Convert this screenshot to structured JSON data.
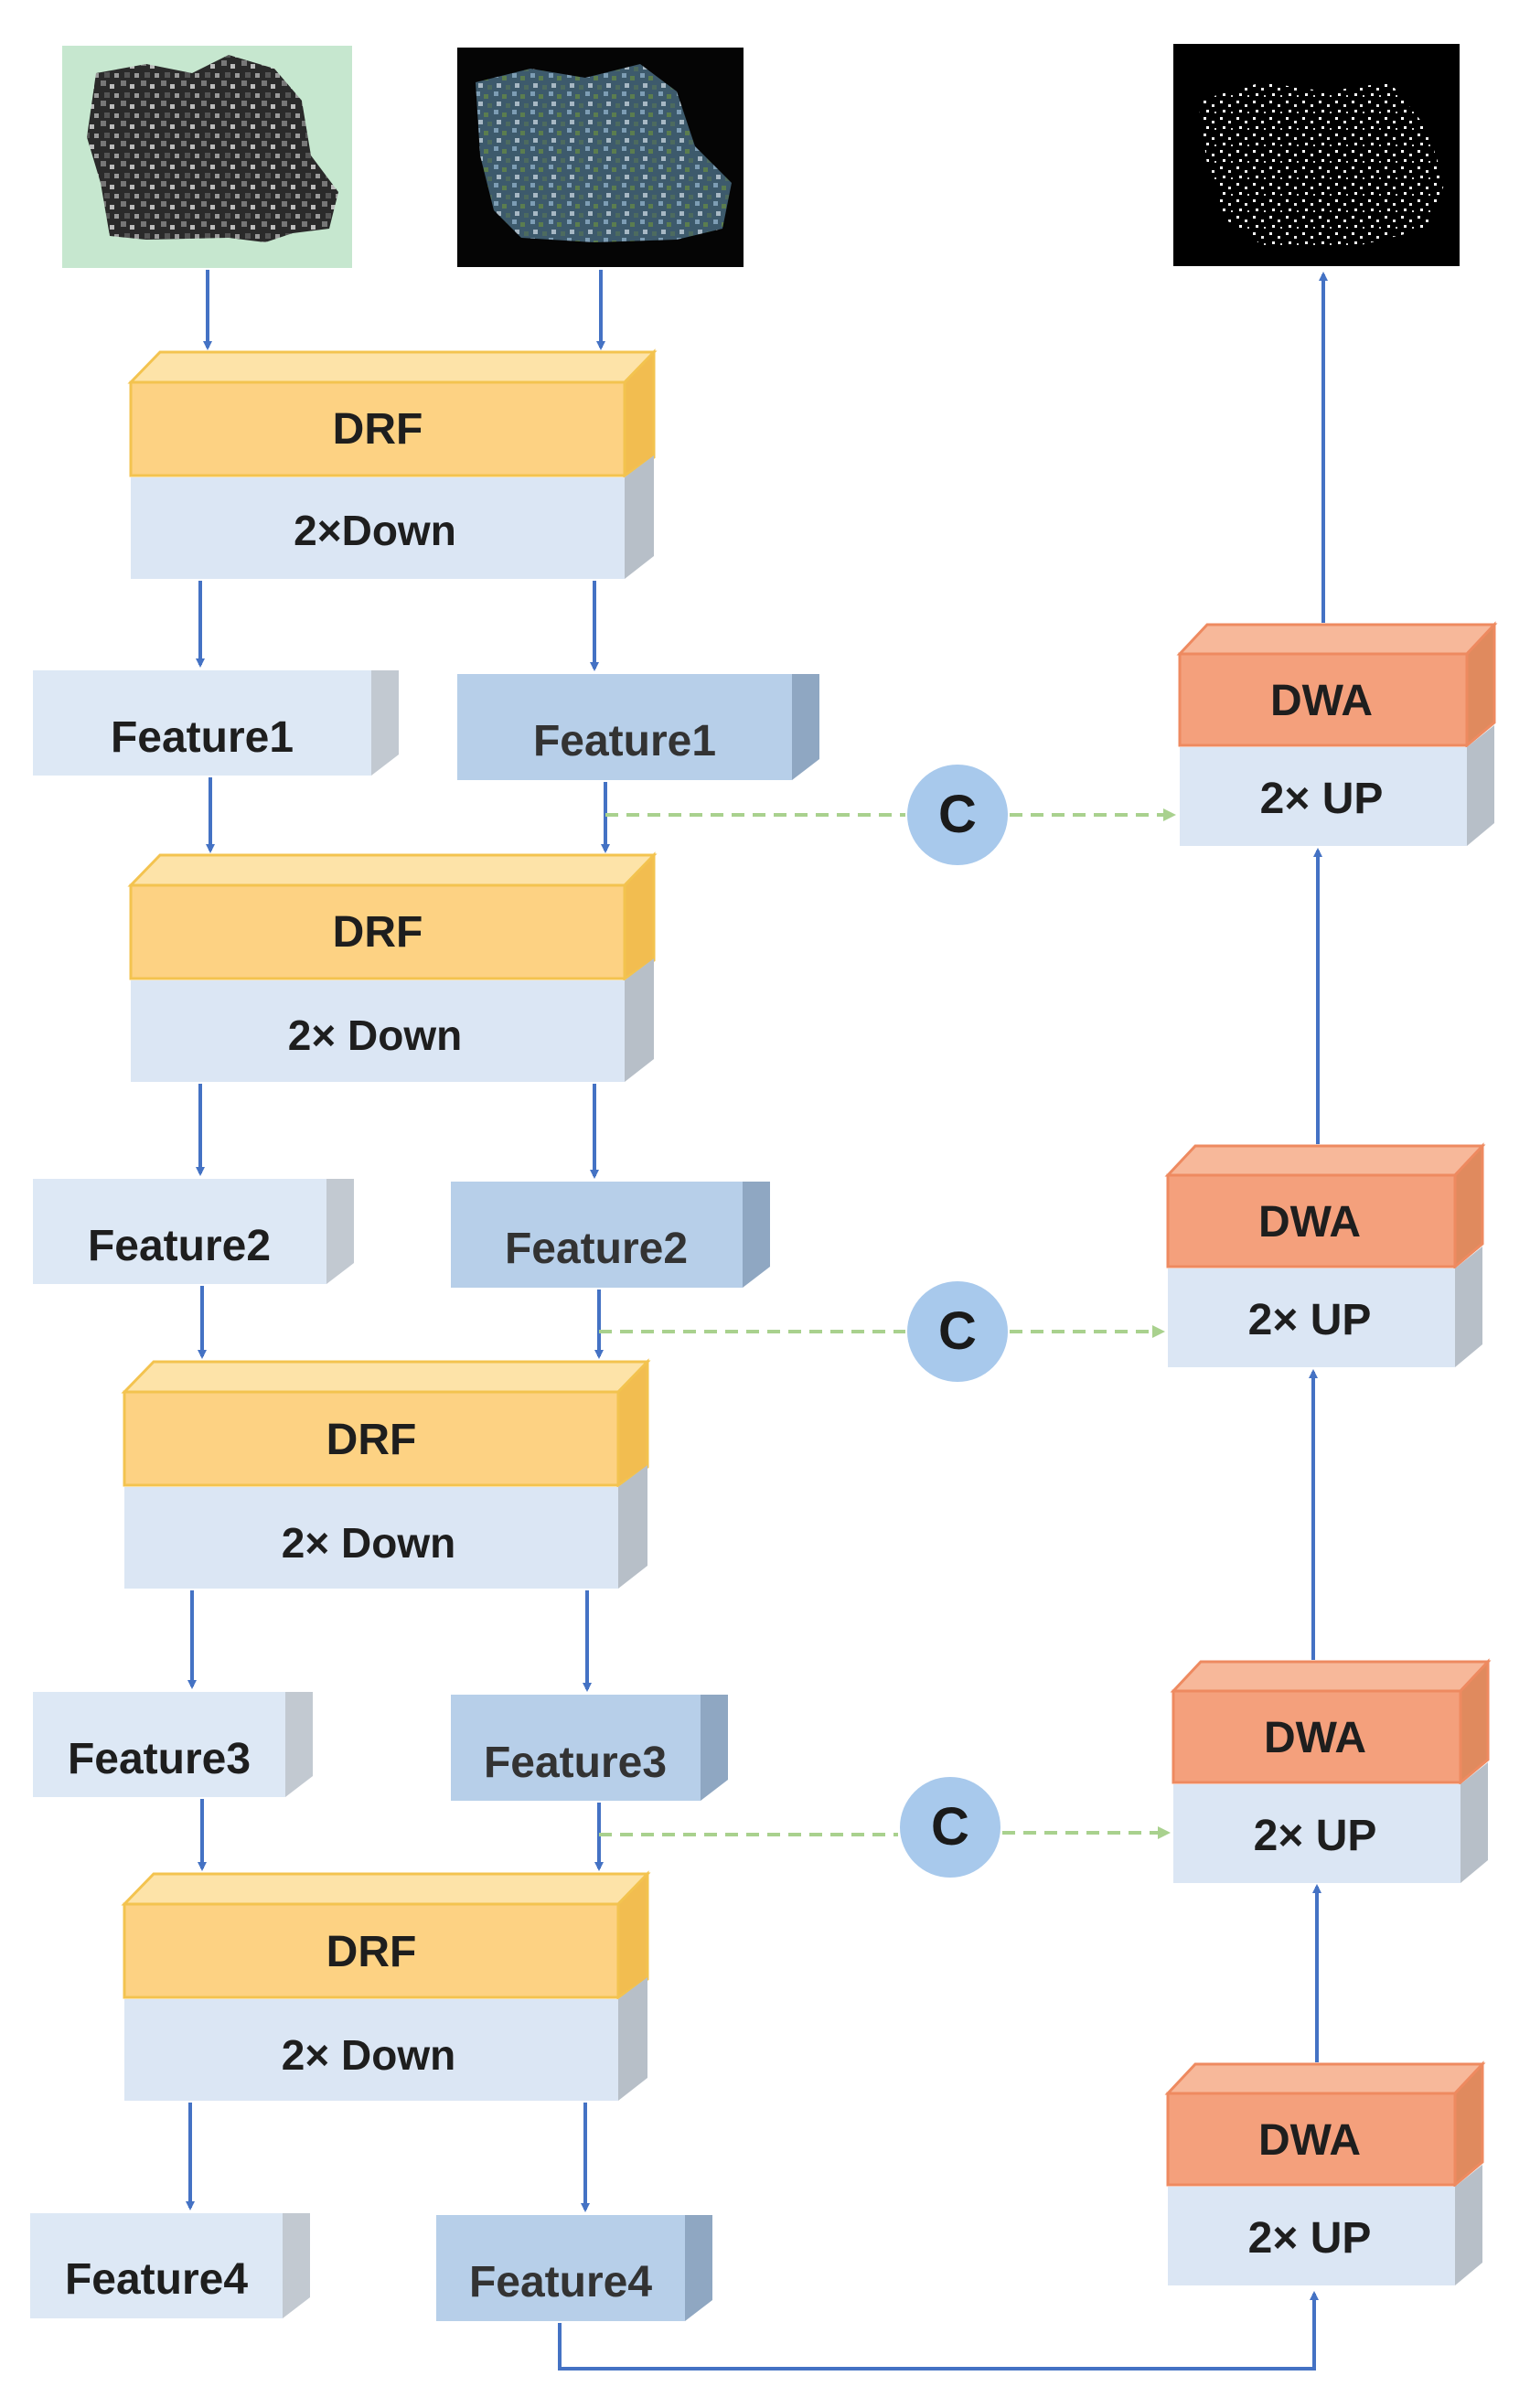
{
  "colors": {
    "drf": "#fdd283",
    "drf_edge": "#f3c34f",
    "down": "#dbe6f4",
    "feature_left": "#dde8f5",
    "feature_right": "#b7cfe9",
    "dwa": "#f4a07c",
    "dwa_edge": "#ee8a60",
    "up": "#dbe6f4",
    "arrow": "#4472c4",
    "skip": "#a9d18e",
    "concat": "#a8c9ec"
  },
  "encoder": {
    "stages": [
      {
        "drf_label": "DRF",
        "down_label": "2×Down",
        "left_feature": "Feature1",
        "right_feature": "Feature1"
      },
      {
        "drf_label": "DRF",
        "down_label": "2× Down",
        "left_feature": "Feature2",
        "right_feature": "Feature2"
      },
      {
        "drf_label": "DRF",
        "down_label": "2× Down",
        "left_feature": "Feature3",
        "right_feature": "Feature3"
      },
      {
        "drf_label": "DRF",
        "down_label": "2× Down",
        "left_feature": "Feature4",
        "right_feature": "Feature4"
      }
    ]
  },
  "decoder": {
    "stages": [
      {
        "dwa_label": "DWA",
        "up_label": "2× UP"
      },
      {
        "dwa_label": "DWA",
        "up_label": "2× UP"
      },
      {
        "dwa_label": "DWA",
        "up_label": "2× UP"
      },
      {
        "dwa_label": "DWA",
        "up_label": "2× UP"
      }
    ]
  },
  "concat": [
    "C",
    "C",
    "C"
  ],
  "images": {
    "input_dem": "grayscale-elevation-image",
    "input_rgb": "rgb-satellite-image",
    "output_mask": "binary-segmentation-mask"
  }
}
